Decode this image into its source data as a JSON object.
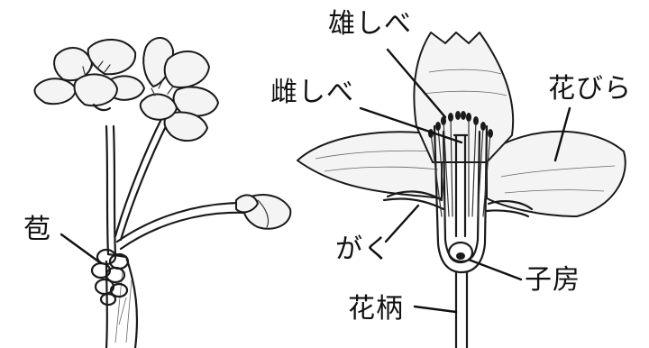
{
  "labels": {
    "bract": "苞",
    "stamen": "雄しべ",
    "pistil": "雌しべ",
    "petal": "花びら",
    "sepal": "がく",
    "ovary": "子房",
    "pedicel": "花柄"
  },
  "colors": {
    "ink": "#1a1a1a",
    "background": "#ffffff",
    "shade": "#f4f4f4"
  }
}
